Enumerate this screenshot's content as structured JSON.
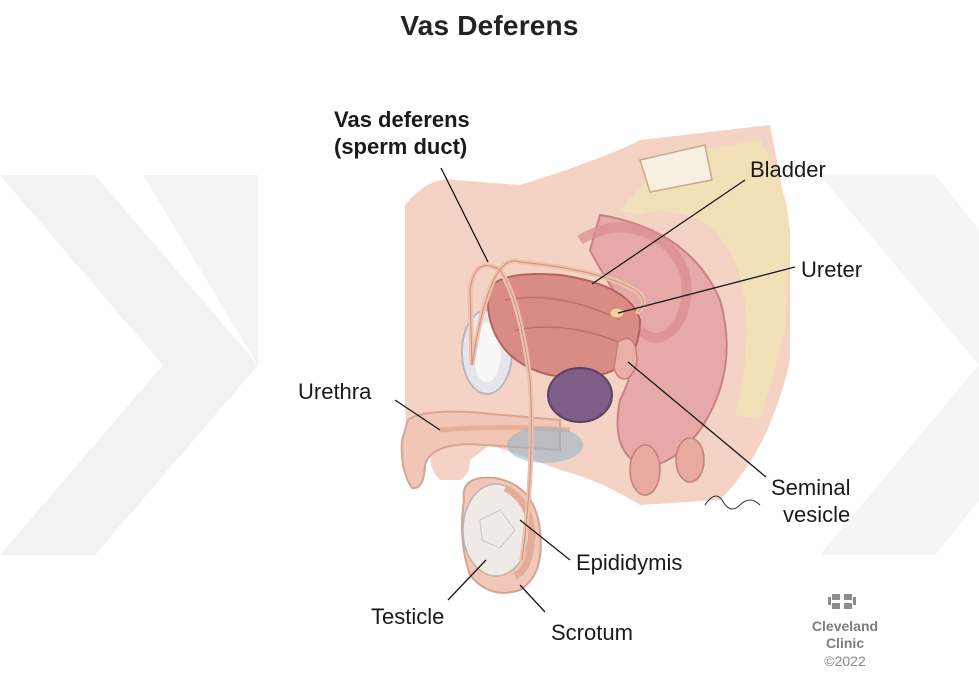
{
  "title": "Vas Deferens",
  "labels": {
    "vas_deferens_line1": "Vas deferens",
    "vas_deferens_line2": "(sperm duct)",
    "bladder": "Bladder",
    "ureter": "Ureter",
    "urethra": "Urethra",
    "seminal_line1": "Seminal",
    "seminal_line2": "vesicle",
    "epididymis": "Epididymis",
    "testicle": "Testicle",
    "scrotum": "Scrotum"
  },
  "logo": {
    "name_line1": "Cleveland",
    "name_line2": "Clinic",
    "copyright": "©2022"
  },
  "colors": {
    "background": "#ffffff",
    "watermark": "#f1f1f1",
    "bladder": "#d98b86",
    "skin": "#f1c6b6",
    "bone": "#f1e0b8",
    "duct": "#f0c2ae",
    "prostate_purple": "#7e5d86",
    "testicle": "#efeae6"
  }
}
